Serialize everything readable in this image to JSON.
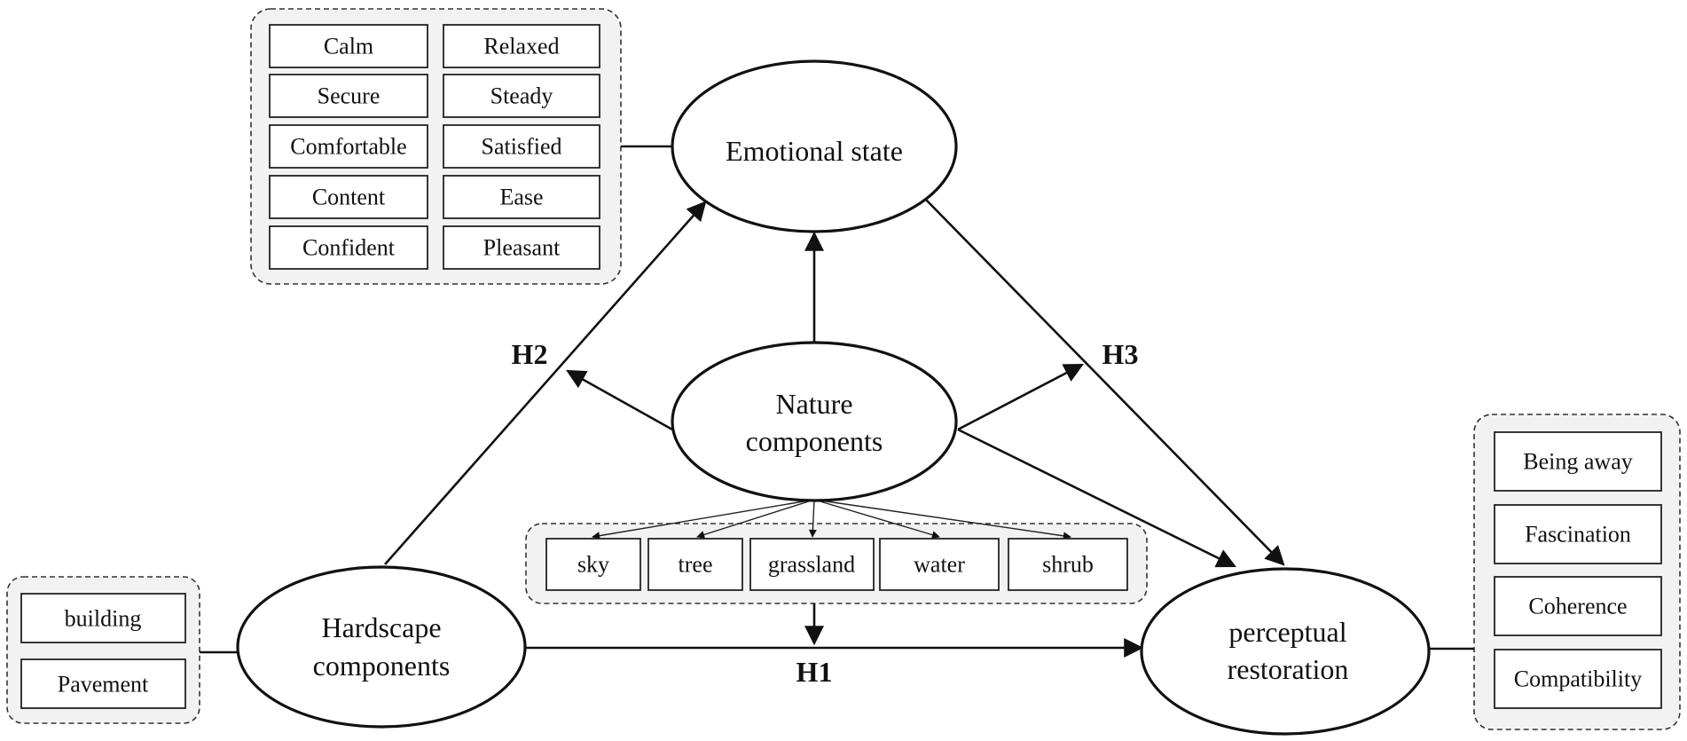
{
  "nodes": {
    "emotional_state": "Emotional state",
    "nature": [
      "Nature",
      "components"
    ],
    "hardscape": [
      "Hardscape",
      "components"
    ],
    "restoration": [
      "perceptual",
      "restoration"
    ]
  },
  "hypotheses": {
    "h1": "H1",
    "h2": "H2",
    "h3": "H3"
  },
  "emotion_items": [
    "Calm",
    "Relaxed",
    "Secure",
    "Steady",
    "Comfortable",
    "Satisfied",
    "Content",
    "Ease",
    "Confident",
    "Pleasant"
  ],
  "nature_items": [
    "sky",
    "tree",
    "grassland",
    "water",
    "shrub"
  ],
  "hardscape_items": [
    "building",
    "Pavement"
  ],
  "restoration_items": [
    "Being away",
    "Fascination",
    "Coherence",
    "Compatibility"
  ]
}
